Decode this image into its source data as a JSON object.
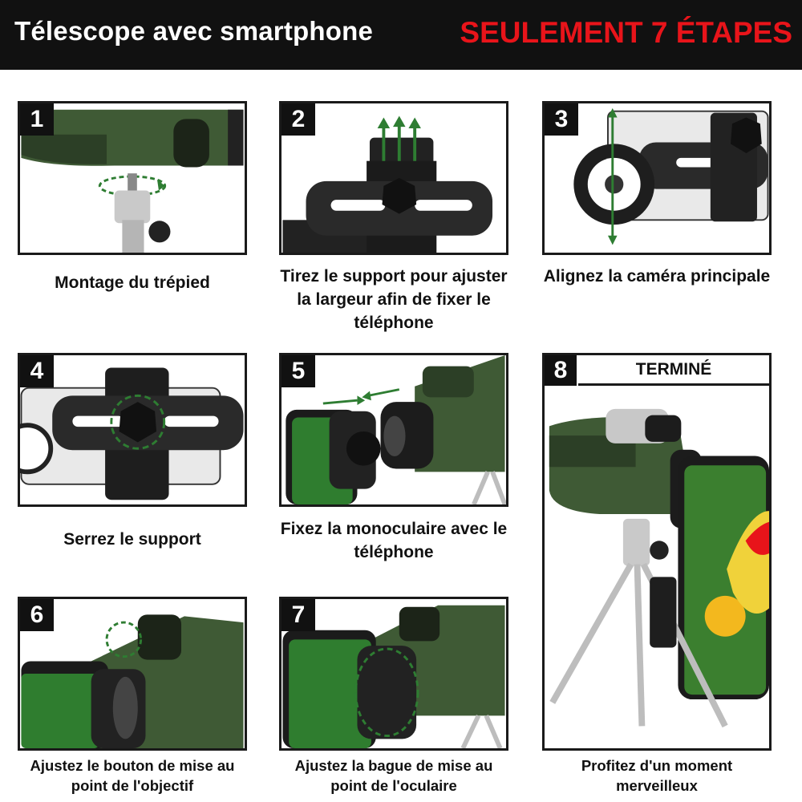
{
  "header": {
    "title": "Télescope avec smartphone",
    "highlight": "SEULEMENT 7 ÉTAPES"
  },
  "colors": {
    "header_bg": "#111111",
    "highlight": "#e8141a",
    "olive_green": "#3f5a35",
    "frame": "#1a1a1a"
  },
  "steps": [
    {
      "number": "1",
      "caption": "Montage du trépied"
    },
    {
      "number": "2",
      "caption": "Tirez le support pour ajuster la largeur afin de fixer le téléphone"
    },
    {
      "number": "3",
      "caption": "Alignez la caméra principale"
    },
    {
      "number": "4",
      "caption": "Serrez le support"
    },
    {
      "number": "5",
      "caption": "Fixez la monoculaire avec le téléphone"
    },
    {
      "number": "6",
      "caption": "Ajustez le bouton de mise au point de l'objectif"
    },
    {
      "number": "7",
      "caption": "Ajustez la bague de mise au point de l'oculaire"
    },
    {
      "number": "8",
      "label": "TERMINÉ",
      "caption": "Profitez d'un moment merveilleux"
    }
  ]
}
